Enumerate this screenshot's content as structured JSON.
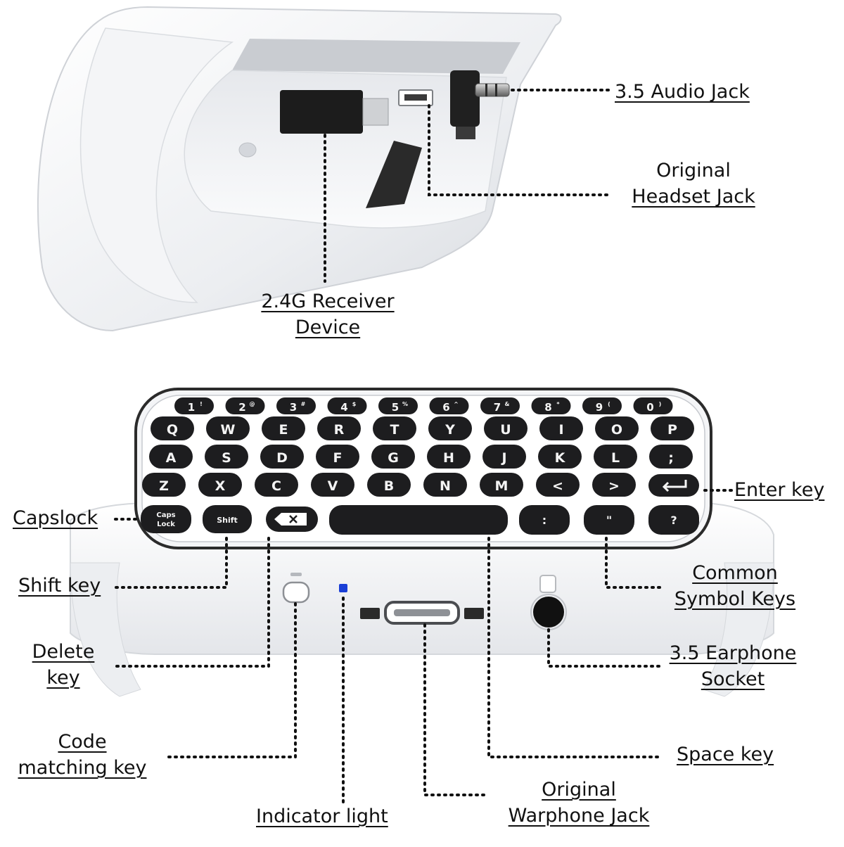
{
  "labels": {
    "audio_jack": "3.5 Audio Jack",
    "headset_jack": [
      "Original",
      "Headset Jack"
    ],
    "receiver": [
      "2.4G Receiver",
      "Device"
    ],
    "enter_key": "Enter key",
    "capslock": "Capslock",
    "shift_key": "Shift key",
    "common_symbol_keys": [
      "Common",
      "Symbol Keys"
    ],
    "delete_key": [
      "Delete",
      "key"
    ],
    "earphone_socket": [
      "3.5 Earphone",
      "Socket"
    ],
    "code_matching_key": [
      "Code",
      "matching key"
    ],
    "space_key": "Space key",
    "indicator_light": "Indicator light",
    "warphone_jack": [
      "Original",
      "Warphone Jack"
    ]
  },
  "keyboard": {
    "row1": [
      {
        "main": "1",
        "sub": "!"
      },
      {
        "main": "2",
        "sub": "@"
      },
      {
        "main": "3",
        "sub": "#"
      },
      {
        "main": "4",
        "sub": "$"
      },
      {
        "main": "5",
        "sub": "%"
      },
      {
        "main": "6",
        "sub": "^"
      },
      {
        "main": "7",
        "sub": "&"
      },
      {
        "main": "8",
        "sub": "*"
      },
      {
        "main": "9",
        "sub": "("
      },
      {
        "main": "0",
        "sub": ")"
      }
    ],
    "row2": [
      "Q",
      "W",
      "E",
      "R",
      "T",
      "Y",
      "U",
      "I",
      "O",
      "P"
    ],
    "row3": [
      "A",
      "S",
      "D",
      "F",
      "G",
      "H",
      "J",
      "K",
      "L",
      ";"
    ],
    "row4": [
      "Z",
      "X",
      "C",
      "V",
      "B",
      "N",
      "M",
      "<",
      ">"
    ],
    "caps_key": [
      "Caps",
      "Lock"
    ],
    "shift_key": "Shift",
    "symbol_keys": [
      ":",
      "\"",
      "?"
    ]
  },
  "colors": {
    "device_body": "#f2f3f5",
    "key_cap": "#1d1d1f",
    "key_text": "#f4f4f4",
    "indicator": "#1a3fd6",
    "leader": "#111111"
  }
}
